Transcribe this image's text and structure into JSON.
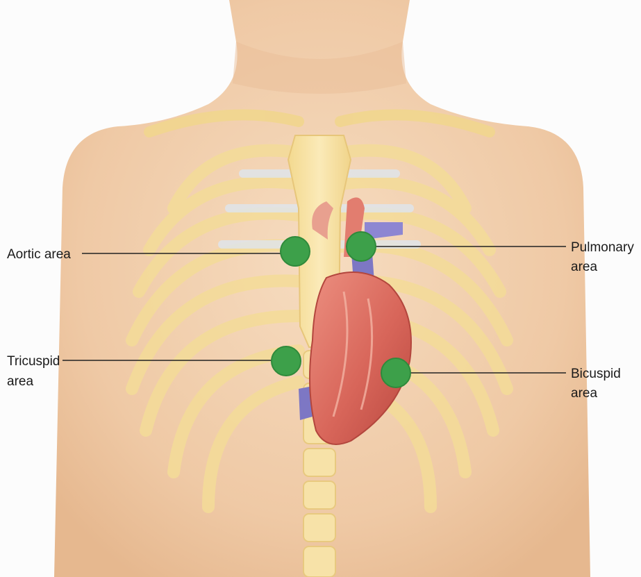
{
  "labels": {
    "aortic": "Aortic area",
    "tricuspid_1": "Tricuspid",
    "tricuspid_2": "area",
    "pulmonary_1": "Pulmonary",
    "pulmonary_2": "area",
    "bicuspid_1": "Bicuspid",
    "bicuspid_2": "area"
  },
  "colors": {
    "marker": "#3da04a",
    "marker_stroke": "#2f8a3b",
    "skin": "#f3d2b2",
    "bone": "#f6df9e",
    "heart": "#d9675a",
    "vessel": "#7d77c4"
  }
}
